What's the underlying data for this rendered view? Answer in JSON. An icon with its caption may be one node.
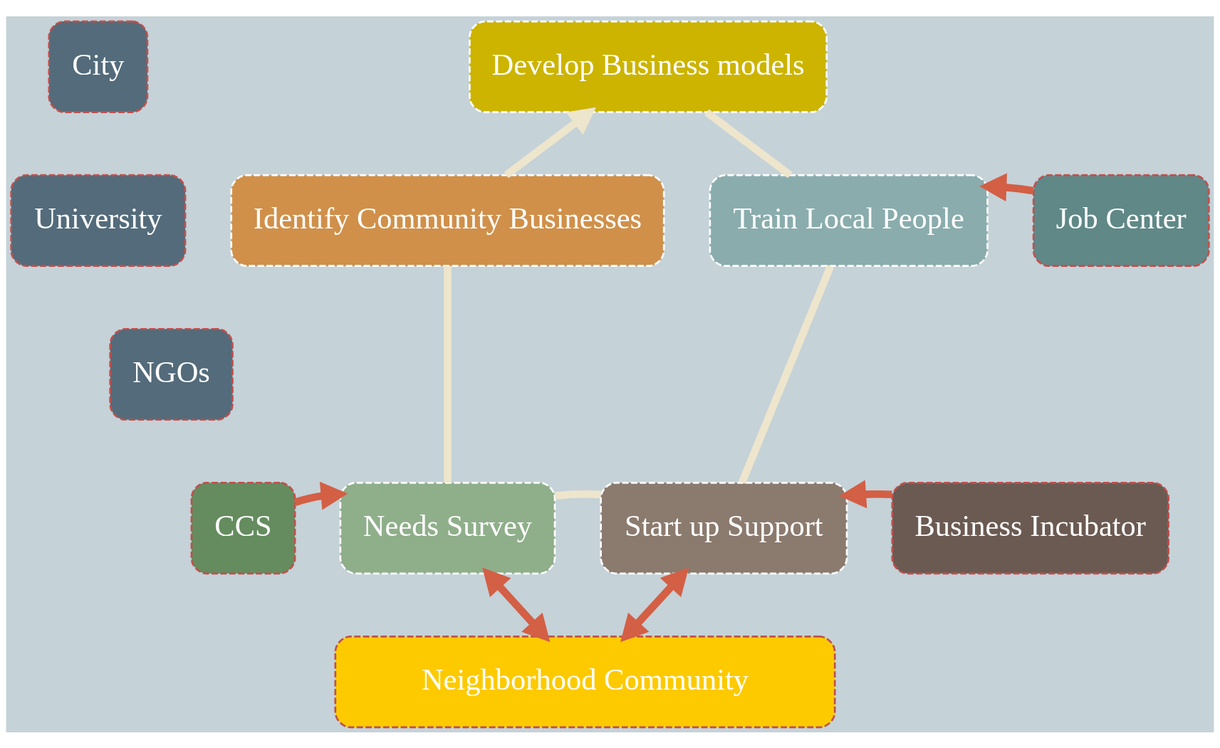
{
  "diagram": {
    "nodes": [
      {
        "text": [
          "City"
        ]
      },
      {
        "text": [
          "University"
        ]
      },
      {
        "text": [
          "NGOs"
        ]
      },
      {
        "text": [
          "Develop Business models"
        ]
      },
      {
        "text": [
          "Identify Community Businesses"
        ]
      },
      {
        "text": [
          "Train Local People"
        ]
      },
      {
        "text": [
          "Job Center"
        ]
      },
      {
        "text": [
          "CCS"
        ]
      },
      {
        "text": [
          "Needs Survey"
        ]
      },
      {
        "text": [
          "Start up Support"
        ]
      },
      {
        "text": [
          "Business Incubator"
        ]
      },
      {
        "text": [
          "Neighborhood Community"
        ]
      }
    ],
    "edges": [
      {
        "from": 4,
        "to": 3,
        "arrow": "to",
        "color": "#ede5cc"
      },
      {
        "from": 3,
        "to": 5,
        "arrow": "none",
        "color": "#ede5cc"
      },
      {
        "from": 5,
        "to": 9,
        "arrow": "none",
        "color": "#ede5cc"
      },
      {
        "from": 9,
        "to": 8,
        "arrow": "none",
        "color": "#ede5cc"
      },
      {
        "from": 8,
        "to": 4,
        "arrow": "none",
        "color": "#ede5cc"
      },
      {
        "from": 6,
        "to": 5,
        "arrow": "to",
        "color": "#d35f45"
      },
      {
        "from": 7,
        "to": 8,
        "arrow": "to",
        "color": "#d35f45"
      },
      {
        "from": 10,
        "to": 9,
        "arrow": "to",
        "color": "#d35f45"
      },
      {
        "from": 8,
        "to": 11,
        "arrow": "both",
        "color": "#d35f45"
      },
      {
        "from": 9,
        "to": 11,
        "arrow": "both",
        "color": "#d35f45"
      }
    ]
  }
}
